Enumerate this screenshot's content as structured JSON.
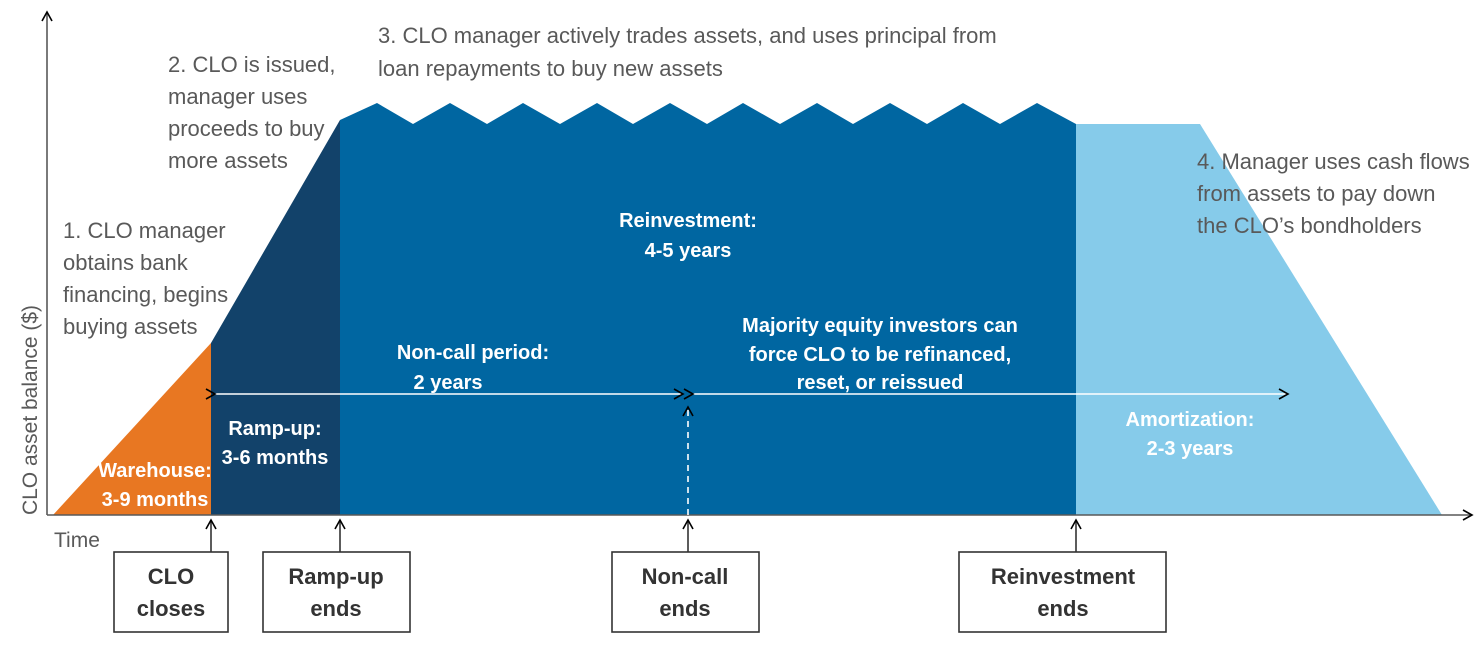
{
  "axes": {
    "y_label": "CLO asset balance ($)",
    "x_label": "Time"
  },
  "colors": {
    "warehouse": "#E87722",
    "ramp_up": "#12426A",
    "reinvestment": "#0066A1",
    "amortization": "#86CBEA",
    "annotation_text": "#595959",
    "axis": "#595959"
  },
  "annotations": {
    "step1": [
      "1. CLO manager",
      "obtains bank",
      "financing, begins",
      "buying assets"
    ],
    "step2": [
      "2. CLO is issued,",
      "manager uses",
      "proceeds to buy",
      "more assets"
    ],
    "step3": [
      "3. CLO manager actively trades assets, and uses principal from",
      "loan repayments to buy new assets"
    ],
    "step4": [
      "4. Manager uses cash flows",
      "from assets to pay down",
      "the CLO’s bondholders"
    ]
  },
  "phases": {
    "warehouse": [
      "Warehouse:",
      "3-9 months"
    ],
    "ramp_up": [
      "Ramp-up:",
      "3-6 months"
    ],
    "reinvestment": [
      "Reinvestment:",
      "4-5 years"
    ],
    "non_call": [
      "Non-call period:",
      "2 years"
    ],
    "equity": [
      "Majority equity investors can",
      "force CLO to be refinanced,",
      "reset, or reissued"
    ],
    "amortization": [
      "Amortization:",
      "2-3 years"
    ]
  },
  "milestones": {
    "clo_closes": [
      "CLO",
      "closes"
    ],
    "ramp_up_ends": [
      "Ramp-up",
      "ends"
    ],
    "non_call_ends": [
      "Non-call",
      "ends"
    ],
    "reinvestment_ends": [
      "Reinvestment",
      "ends"
    ]
  }
}
